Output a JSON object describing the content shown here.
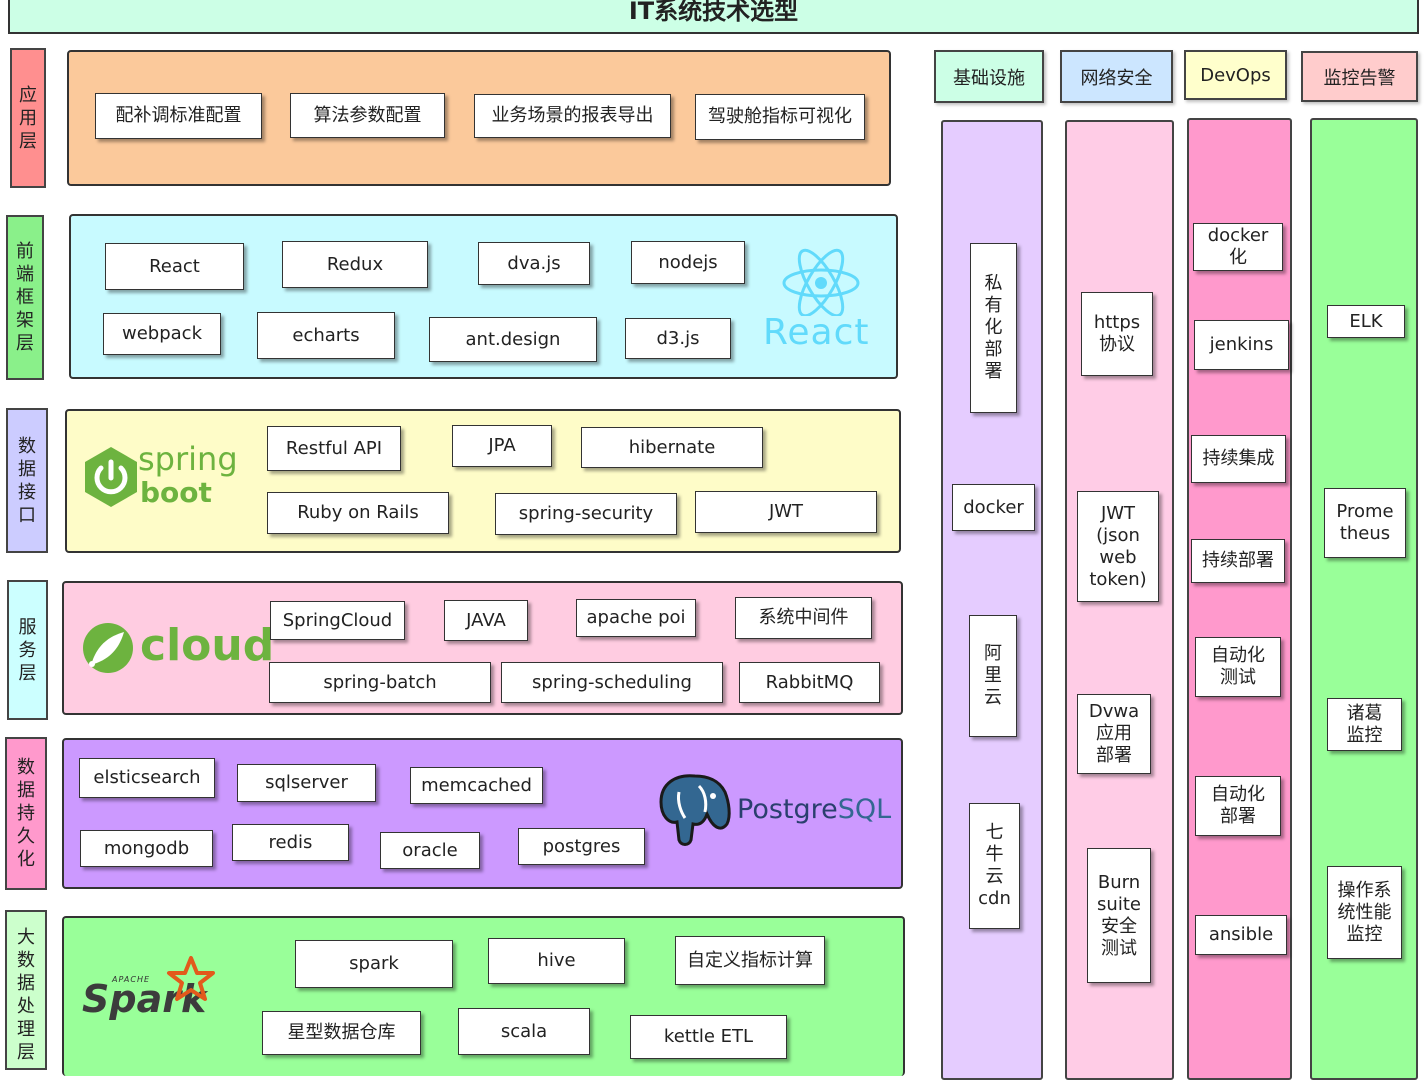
{
  "title": "IT系统技术选型",
  "layers": {
    "app": {
      "label": [
        "应",
        "用",
        "层"
      ],
      "items": [
        "配补调标准配置",
        "算法参数配置",
        "业务场景的报表导出",
        "驾驶舱指标可视化"
      ]
    },
    "frontend": {
      "label": [
        "前",
        "端",
        "框",
        "架",
        "层"
      ],
      "items": [
        "React",
        "Redux",
        "dva.js",
        "nodejs",
        "webpack",
        "echarts",
        "ant.design",
        "d3.js"
      ],
      "logo_text": "React"
    },
    "api": {
      "label": [
        "数",
        "据",
        "接",
        "口"
      ],
      "items": [
        "Restful API",
        "JPA",
        "hibernate",
        "Ruby on Rails",
        "spring-security",
        "JWT"
      ],
      "logo_text": [
        "spring",
        "boot"
      ]
    },
    "service": {
      "label": [
        "服",
        "务",
        "层"
      ],
      "items": [
        "SpringCloud",
        "JAVA",
        "apache poi",
        "系统中间件",
        "spring-batch",
        "spring-scheduling",
        "RabbitMQ"
      ],
      "logo_text": "cloud"
    },
    "persistence": {
      "label": [
        "数",
        "据",
        "持",
        "久",
        "化"
      ],
      "items": [
        "elsticsearch",
        "sqlserver",
        "memcached",
        "mongodb",
        "redis",
        "oracle",
        "postgres"
      ],
      "logo_text": [
        "Postgre",
        "SQL"
      ]
    },
    "bigdata": {
      "label": [
        "大",
        "数",
        "据",
        "处",
        "理",
        "层"
      ],
      "items": [
        "spark",
        "hive",
        "自定义指标计算",
        "星型数据仓库",
        "scala",
        "kettle ETL"
      ],
      "logo_text": [
        "APACHE",
        "Spark"
      ]
    }
  },
  "columns": {
    "infra": {
      "header": "基础设施",
      "items": [
        [
          "私",
          "有",
          "化",
          "部",
          "署"
        ],
        [
          "docker"
        ],
        [
          "阿",
          "里",
          "云"
        ],
        [
          "七",
          "牛",
          "云",
          "cdn"
        ]
      ]
    },
    "security": {
      "header": "网络安全",
      "items": [
        [
          "https",
          "协议"
        ],
        [
          "JWT",
          "(json",
          "web",
          "token)"
        ],
        [
          "Dvwa",
          "应用",
          "部署"
        ],
        [
          "Burn",
          "suite",
          "安全",
          "测试"
        ]
      ]
    },
    "devops": {
      "header": "DevOps",
      "items": [
        [
          "docker",
          "化"
        ],
        [
          "jenkins"
        ],
        [
          "持续集成"
        ],
        [
          "持续部署"
        ],
        [
          "自动化",
          "测试"
        ],
        [
          "自动化",
          "部署"
        ],
        [
          "ansible"
        ]
      ]
    },
    "monitor": {
      "header": "监控告警",
      "items": [
        [
          "ELK"
        ],
        [
          "Prome",
          "theus"
        ],
        [
          "诸葛",
          "监控"
        ],
        [
          "操作系",
          "统性能",
          "监控"
        ]
      ]
    }
  },
  "colors": {
    "title_bg": "#ccffe6",
    "app": "#fbc99b",
    "frontend": "#c8faff",
    "api": "#fefcc8",
    "service": "#ffcce1",
    "persistence": "#cc99ff",
    "bigdata": "#99ff99",
    "infra_col": "#e5ccff",
    "security_col": "#ffcce6",
    "devops_col": "#ff99cc",
    "monitor_col": "#99ff99",
    "spring_green": "#6db33f",
    "react_blue": "#61dafb",
    "postgres_blue": "#336791",
    "spark_orange": "#e25a1c"
  }
}
